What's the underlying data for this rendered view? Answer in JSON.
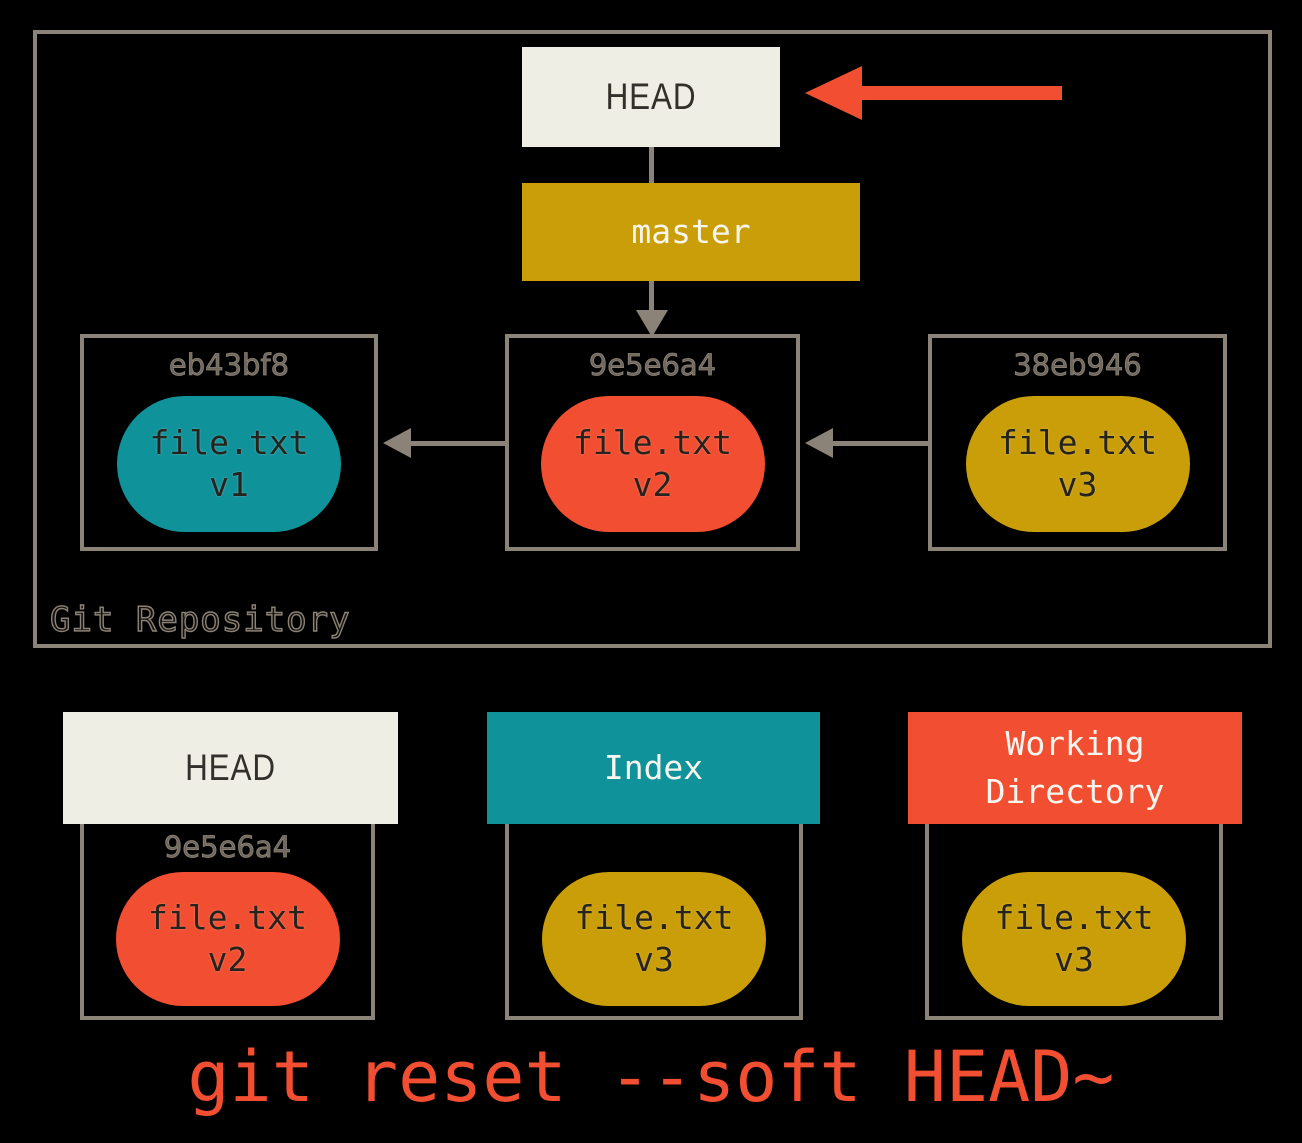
{
  "colors": {
    "background": "#000000",
    "frame_gray": "#8B8377",
    "cream": "#EFEEE4",
    "gold": "#C99E08",
    "teal": "#10929B",
    "red": "#F14E32",
    "hash_text": "#6F675D",
    "pill_text": "#26221C",
    "white_text": "#F7F5EE",
    "head_text": "#33302B"
  },
  "repository": {
    "label": "Git Repository",
    "head": "HEAD",
    "branch": "master",
    "commits": [
      {
        "hash": "eb43bf8",
        "file": "file.txt",
        "version": "v1"
      },
      {
        "hash": "9e5e6a4",
        "file": "file.txt",
        "version": "v2"
      },
      {
        "hash": "38eb946",
        "file": "file.txt",
        "version": "v3"
      }
    ]
  },
  "areas": [
    {
      "title": "HEAD",
      "hash": "9e5e6a4",
      "file": "file.txt",
      "version": "v2"
    },
    {
      "title": "Index",
      "file": "file.txt",
      "version": "v3"
    },
    {
      "title": "Working Directory",
      "file": "file.txt",
      "version": "v3"
    }
  ],
  "caption": "git reset --soft HEAD~"
}
